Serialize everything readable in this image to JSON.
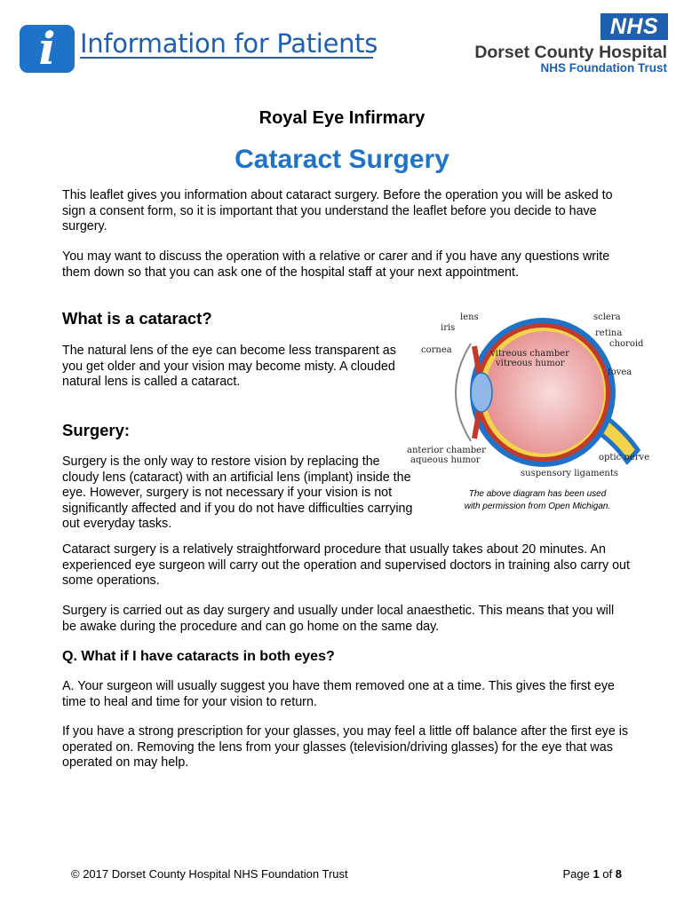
{
  "header": {
    "info_glyph": "i",
    "info_title": "Information for Patients",
    "nhs_logo": "NHS",
    "trust_name": "Dorset County Hospital",
    "trust_sub": "NHS Foundation Trust"
  },
  "department": "Royal Eye Infirmary",
  "title": "Cataract Surgery",
  "intro": [
    "This leaflet gives you information about cataract surgery.  Before the operation you will be asked to sign a consent form, so it is important that you understand the leaflet before you decide to have surgery.",
    "You may want to discuss the operation with a relative or carer and if you have any questions write them down so that you can ask one of the hospital staff at your next appointment."
  ],
  "what_is": {
    "heading": "What is a cataract?",
    "text": "The natural lens of the eye can become less transparent as you get older and your vision may become misty.  A clouded natural lens is called a cataract."
  },
  "surgery": {
    "heading": "Surgery:",
    "text": "Surgery is the only way to restore vision by replacing the cloudy lens (cataract) with an artificial lens (implant) inside the eye.  However, surgery is not necessary if your vision is not significantly affected and if you do not have difficulties carrying out everyday tasks.",
    "para2": "Cataract surgery is a relatively straightforward procedure that usually takes about 20 minutes.  An experienced eye surgeon will carry out the operation and supervised doctors in training also carry out some operations.",
    "para3": "Surgery is carried out as day surgery and usually under local anaesthetic.  This means that you will be awake during the procedure and can go home on the same day."
  },
  "diagram": {
    "labels": {
      "lens": "lens",
      "iris": "iris",
      "cornea": "cornea",
      "sclera": "sclera",
      "retina": "retina",
      "choroid": "choroid",
      "vitreous1": "vitreous chamber",
      "vitreous2": "vitreous humor",
      "fovea": "fovea",
      "anterior1": "anterior chamber",
      "anterior2": "aqueous humor",
      "optic": "optic nerve",
      "suspensory": "suspensory ligaments"
    },
    "caption_line1": "The above diagram has been used",
    "caption_line2": "with permission from Open Michigan."
  },
  "qa": {
    "question": "Q. What if I have cataracts in both eyes?",
    "answer": "A. Your surgeon will usually suggest you have them removed one at a time.  This gives the first eye time to heal and time for your vision to return.",
    "para2": "If you have a strong prescription for your glasses, you may feel a little off balance after the first eye is operated on.  Removing the lens from your glasses (television/driving glasses) for the eye that was operated on may help."
  },
  "footer": {
    "copyright": "© 2017 Dorset County Hospital NHS Foundation Trust",
    "page_label": "Page",
    "page_num": "1",
    "of_label": "of",
    "page_total": "8"
  },
  "colors": {
    "brand_blue": "#1e73c8",
    "nhs_blue": "#1f5fb0"
  }
}
